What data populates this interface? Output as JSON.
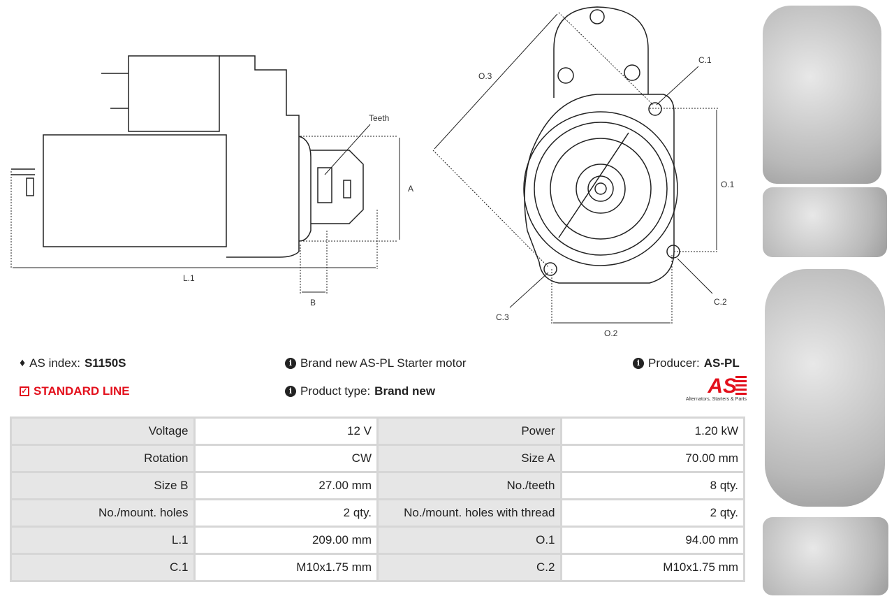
{
  "diagram": {
    "teeth": "Teeth",
    "a": "A",
    "l1": "L.1",
    "b": "B",
    "o3": "O.3",
    "c1": "C.1",
    "o1": "O.1",
    "c2": "C.2",
    "c3": "C.3",
    "o2": "O.2"
  },
  "info": {
    "as_index_label": "AS index:",
    "as_index_value": "S1150S",
    "line": "STANDARD LINE",
    "description": "Brand new AS-PL Starter motor",
    "product_type_label": "Product type:",
    "product_type_value": "Brand new",
    "producer_label": "Producer:",
    "producer_value": "AS-PL",
    "logo_text": "AS",
    "logo_tagline": "Alternators, Starters & Parts"
  },
  "specs": [
    [
      "Voltage",
      "12 V",
      "Power",
      "1.20 kW"
    ],
    [
      "Rotation",
      "CW",
      "Size A",
      "70.00 mm"
    ],
    [
      "Size B",
      "27.00 mm",
      "No./teeth",
      "8 qty."
    ],
    [
      "No./mount. holes",
      "2 qty.",
      "No./mount. holes with thread",
      "2 qty."
    ],
    [
      "L.1",
      "209.00 mm",
      "O.1",
      "94.00 mm"
    ],
    [
      "C.1",
      "M10x1.75 mm",
      "C.2",
      "M10x1.75 mm"
    ]
  ],
  "colors": {
    "accent": "#e3101c"
  }
}
